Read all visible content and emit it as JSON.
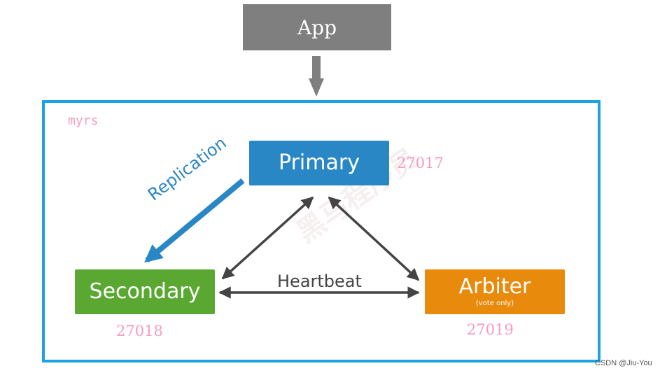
{
  "app": {
    "label": "App"
  },
  "replica_set": {
    "name": "myrs"
  },
  "nodes": {
    "primary": {
      "label": "Primary",
      "port": "27017"
    },
    "secondary": {
      "label": "Secondary",
      "port": "27018"
    },
    "arbiter": {
      "label": "Arbiter",
      "sublabel": "(vote only)",
      "port": "27019"
    }
  },
  "edges": {
    "replication": "Replication",
    "heartbeat": "Heartbeat"
  },
  "watermark": {
    "text": "黑马程序员"
  },
  "credit": "CSDN @Jiu-You",
  "colors": {
    "app": "#7f7f7f",
    "frame": "#1ca3e0",
    "primary": "#2a87c5",
    "secondary": "#5aa832",
    "arbiter": "#e88a0b",
    "port_text": "#f79ac0",
    "heartbeat_arrow": "#444444"
  }
}
